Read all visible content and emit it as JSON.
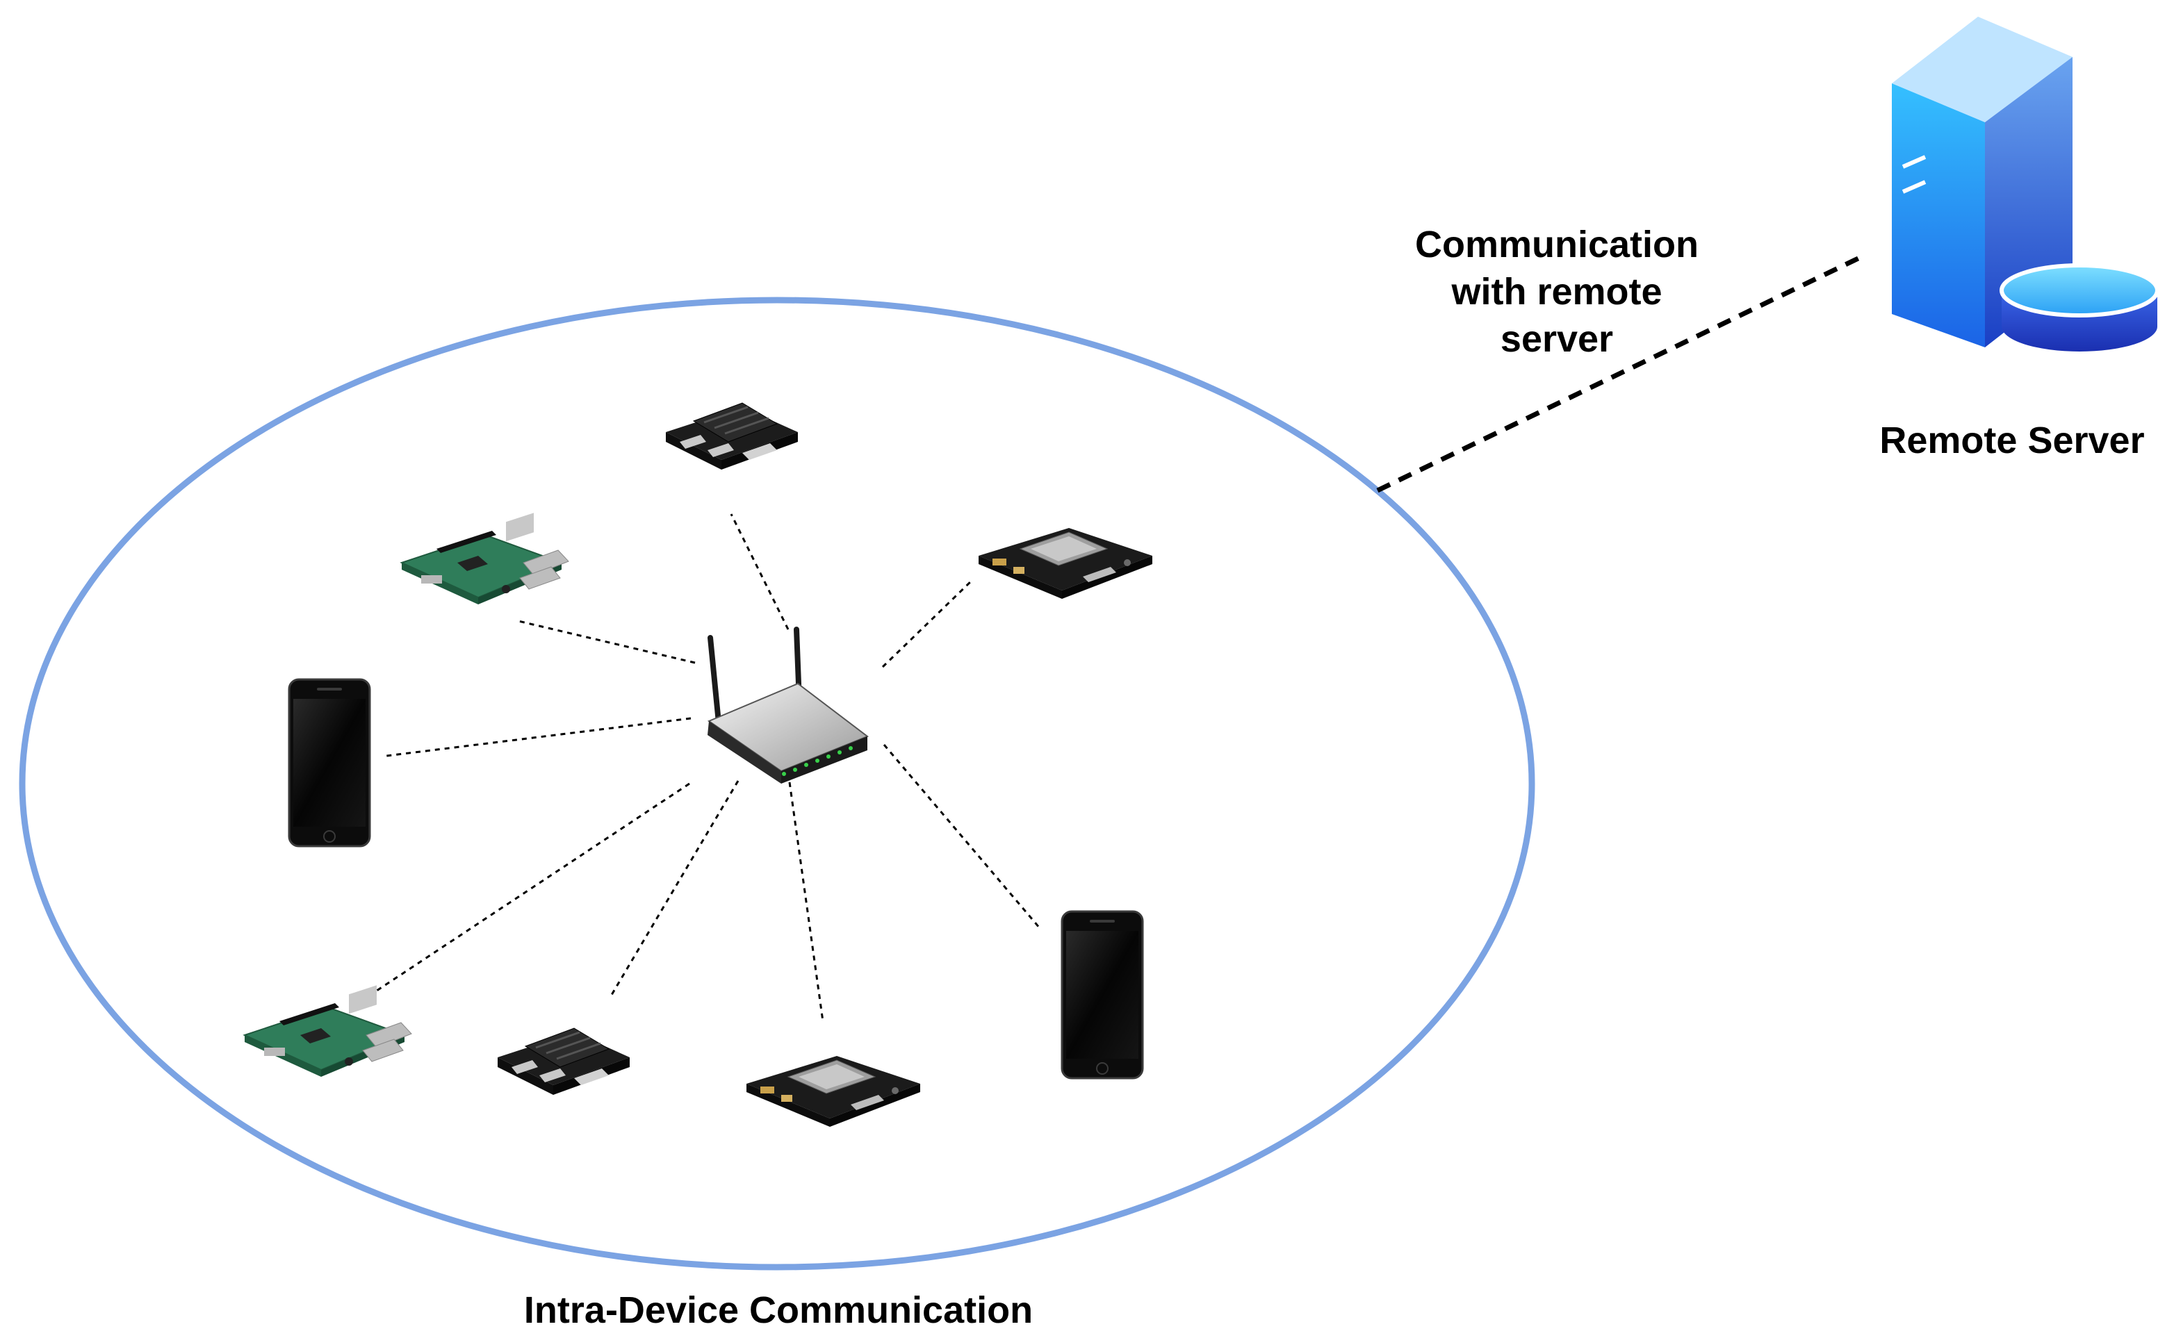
{
  "labels": {
    "communication_line1": "Communication",
    "communication_line2": "with remote",
    "communication_line3": "server",
    "remote_server": "Remote Server",
    "intra_device": "Intra-Device Communication"
  },
  "colors": {
    "ellipse": "#7ba3e3",
    "server_light": "#2fb7ff",
    "server_dark": "#1a4fcf",
    "phone": "#0c0c0c",
    "pcb_green": "#2f7d5a",
    "board_black": "#1c1c1c",
    "router_body": "#3a3a3a",
    "router_top": "#d9d9d9",
    "led": "#38d04a"
  },
  "icons": {
    "server": "server-icon",
    "router": "wifi-router-icon",
    "phone": "smartphone-icon",
    "raspberry_pi": "raspberry-pi-board-icon",
    "jetson_nano": "jetson-nano-board-icon",
    "jetson_tx2": "jetson-tx2-board-icon"
  }
}
